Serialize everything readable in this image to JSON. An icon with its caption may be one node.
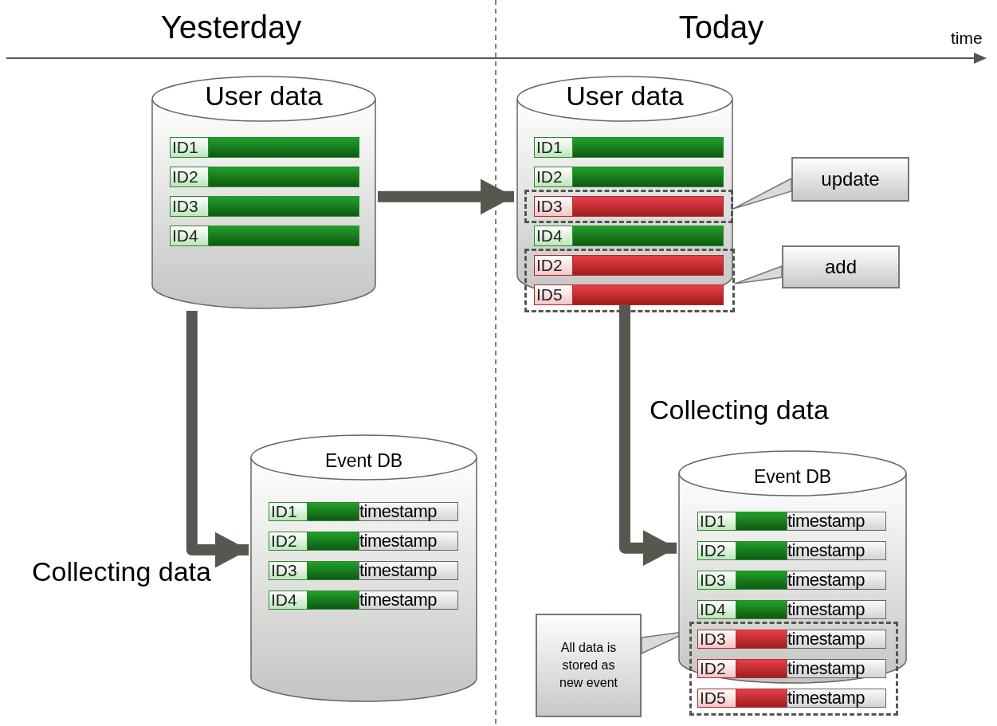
{
  "diagram": {
    "nodes": [
      {
        "text": [
          "User data"
        ]
      },
      {
        "text": [
          "ID1"
        ],
        "in": 0
      },
      {
        "text": [
          "ID2"
        ],
        "in": 0
      },
      {
        "text": [
          "ID3"
        ],
        "in": 0
      },
      {
        "text": [
          "ID4"
        ],
        "in": 0
      },
      {
        "text": [
          "User data"
        ]
      },
      {
        "text": [
          "ID1"
        ],
        "in": 5
      },
      {
        "text": [
          "ID2"
        ],
        "in": 5
      },
      {
        "text": [],
        "shape": "box",
        "in": 5
      },
      {
        "text": [
          "ID3"
        ],
        "in": 8
      },
      {
        "text": [
          "ID4"
        ],
        "in": 5
      },
      {
        "text": [],
        "shape": "box"
      },
      {
        "text": [
          "ID2"
        ]
      },
      {
        "text": [
          "ID5"
        ],
        "in": 11
      },
      {
        "text": [
          "update"
        ]
      },
      {
        "text": [
          "add"
        ]
      },
      {
        "text": [
          "Event DB"
        ]
      },
      {
        "text": [
          "ID1",
          "timestamp"
        ],
        "in": 16
      },
      {
        "text": [
          "ID2",
          "timestamp"
        ],
        "in": 16
      },
      {
        "text": [
          "ID3",
          "timestamp"
        ],
        "in": 16
      },
      {
        "text": [
          "ID4",
          "timestamp"
        ],
        "in": 16
      },
      {
        "text": [
          "Event DB"
        ]
      },
      {
        "text": [
          "ID1",
          "timestamp"
        ],
        "in": 21
      },
      {
        "text": [
          "ID2",
          "timestamp"
        ],
        "in": 21
      },
      {
        "text": [
          "ID3",
          "timestamp"
        ],
        "in": 21
      },
      {
        "text": [
          "ID4",
          "timestamp"
        ],
        "in": 21
      },
      {
        "text": [],
        "shape": "box"
      },
      {
        "text": [
          "ID3",
          "timestamp"
        ]
      },
      {
        "text": [
          "ID2",
          "timestamp"
        ]
      },
      {
        "text": [
          "ID5",
          "timestamp"
        ],
        "in": 26
      },
      {
        "text": [
          "All data is stored as new event"
        ]
      }
    ],
    "edges": [
      {
        "from": 0,
        "to": 5,
        "arrow": "to"
      },
      {
        "from": 0,
        "to": 16,
        "arrow": "to",
        "label": "Collecting data"
      },
      {
        "from": 5,
        "to": 21,
        "arrow": "to",
        "label": "Collecting data"
      },
      {
        "from": 14,
        "to": 8,
        "arrow": "none"
      },
      {
        "from": 15,
        "to": 11,
        "arrow": "none"
      },
      {
        "from": 30,
        "to": 26,
        "arrow": "none"
      }
    ],
    "labels": [
      "Yesterday",
      "Today",
      "time"
    ]
  }
}
